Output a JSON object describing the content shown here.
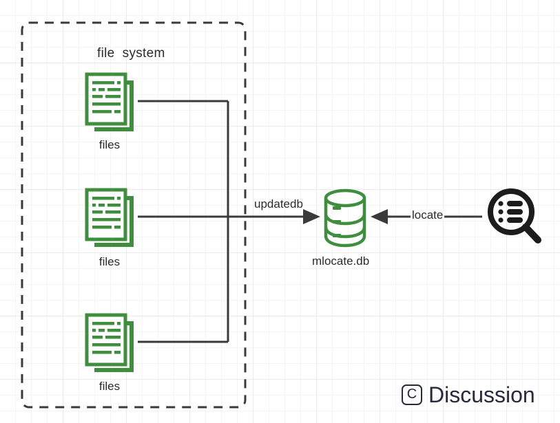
{
  "diagram": {
    "title": "file  system",
    "group_box": {
      "label": "file  system",
      "style": "dashed",
      "color": "#3a3a3a"
    },
    "nodes": [
      {
        "id": "files-1",
        "label": "files",
        "icon": "documents-icon",
        "color": "#3e8e3e"
      },
      {
        "id": "files-2",
        "label": "files",
        "icon": "documents-icon",
        "color": "#3e8e3e"
      },
      {
        "id": "files-3",
        "label": "files",
        "icon": "documents-icon",
        "color": "#3e8e3e"
      },
      {
        "id": "database",
        "label": "mlocate.db",
        "icon": "database-cylinder-icon",
        "color": "#3e8e3e"
      },
      {
        "id": "search",
        "label": "",
        "icon": "magnifier-list-icon",
        "color": "#1c1c1c"
      }
    ],
    "edges": [
      {
        "id": "edge-updatedb",
        "label": "updatedb",
        "from": "files",
        "to": "database",
        "arrow": "right"
      },
      {
        "id": "edge-locate",
        "label": "locate",
        "from": "search",
        "to": "database",
        "arrow": "left"
      }
    ],
    "colors": {
      "green": "#3e8e3e",
      "dark": "#3a3a3a",
      "brand": "#262a3d",
      "grid_minor": "#f4f4f4",
      "grid_major": "#eaeaea",
      "background": "#ffffff"
    }
  },
  "brand": {
    "mark": "C",
    "name": "Discussion"
  }
}
